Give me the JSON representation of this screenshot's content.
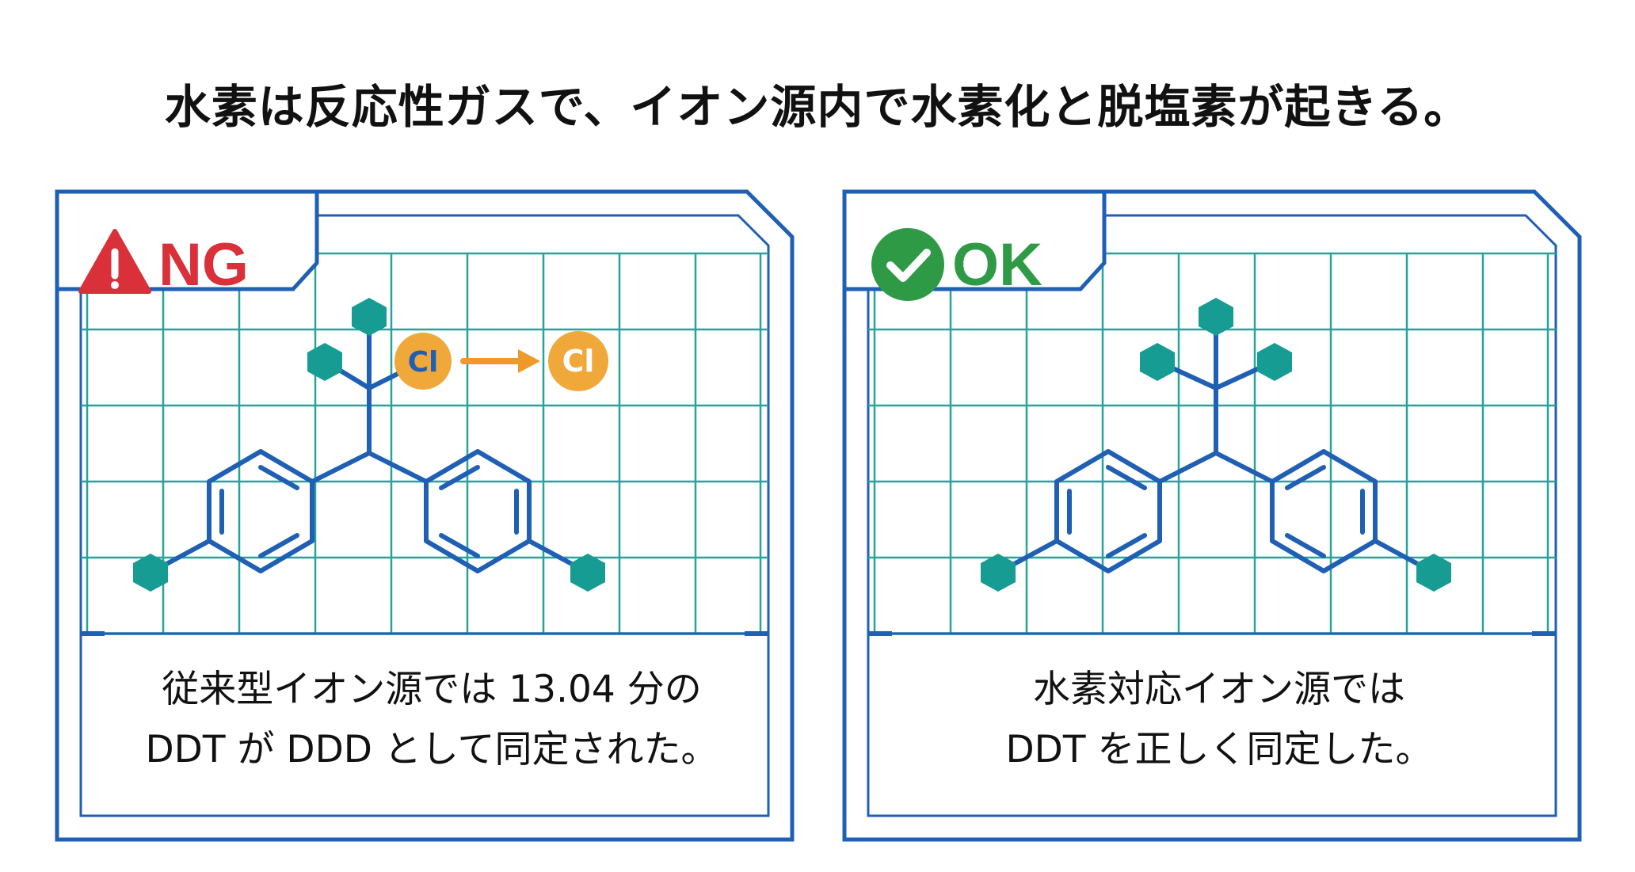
{
  "headline": "水素は反応性ガスで、イオン源内で水素化と脱塩素が起きる。",
  "colors": {
    "frame": "#1f5fb4",
    "grid": "#27a39b",
    "molecule": "#1f5fb4",
    "atom": "#169c93",
    "chlorine": "#f0a83a",
    "arrow": "#ee9a2a",
    "ng": "#d9303a",
    "ok": "#2f9a46"
  },
  "panels": {
    "ng": {
      "badge": {
        "icon": "warning-icon",
        "label": "NG"
      },
      "atom_labels": {
        "cl_attached": "Cl",
        "cl_released": "Cl"
      },
      "caption_line1": "従来型イオン源では 13.04 分の",
      "caption_line2": "DDT が DDD として同定された。"
    },
    "ok": {
      "badge": {
        "icon": "check-circle-icon",
        "label": "OK"
      },
      "caption_line1": "水素対応イオン源では",
      "caption_line2": "DDT を正しく同定した。"
    }
  }
}
